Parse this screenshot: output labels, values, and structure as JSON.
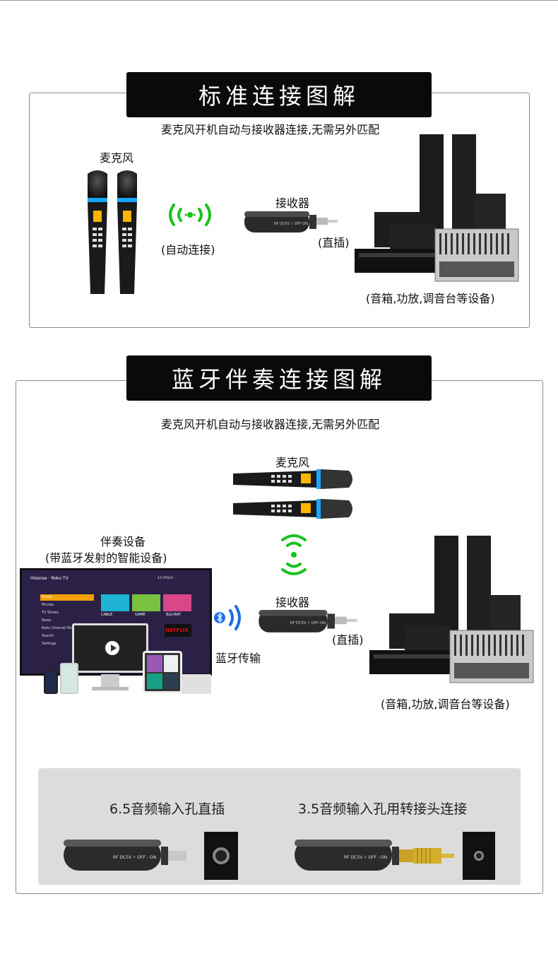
{
  "section1": {
    "title": "标准连接图解",
    "subtitle": "麦克风开机自动与接收器连接,无需另外匹配",
    "mic_label": "麦克风",
    "auto_label": "(自动连接)",
    "receiver_label": "接收器",
    "plug_label": "(直插)",
    "equipment_label": "(音箱,功放,调音台等设备)"
  },
  "section2": {
    "title": "蓝牙伴奏连接图解",
    "subtitle": "麦克风开机自动与接收器连接,无需另外匹配",
    "mic_label": "麦克风",
    "device_label": "伴奏设备",
    "device_sub_label": "(带蓝牙发射的智能设备)",
    "bt_label": "蓝牙传输",
    "receiver_label": "接收器",
    "plug_label": "(直插)",
    "equipment_label": "(音箱,功放,调音台等设备)",
    "tv": {
      "brand": "Hisense · Roku TV",
      "time": "12:40pm",
      "menu": [
        "Home",
        "Movies",
        "TV Shows",
        "News",
        "Roku Channel Store",
        "Search",
        "Settings"
      ],
      "tiles": [
        "CABLE",
        "GAME",
        "BLU-RAY",
        "NETFLIX"
      ]
    },
    "panel": {
      "left_label": "6.5音频输入孔直插",
      "right_label": "3.5音频输入孔用转接头连接",
      "device_text": "RF  DC5V  ⚡  OFF - ON"
    }
  },
  "colors": {
    "title_bg": "#0a0a0a",
    "wifi_green": "#18c21d",
    "bluetooth_blue": "#1b6fe0",
    "mic_ring": "#1aa6ff",
    "panel_gray": "#dcdcdc"
  }
}
